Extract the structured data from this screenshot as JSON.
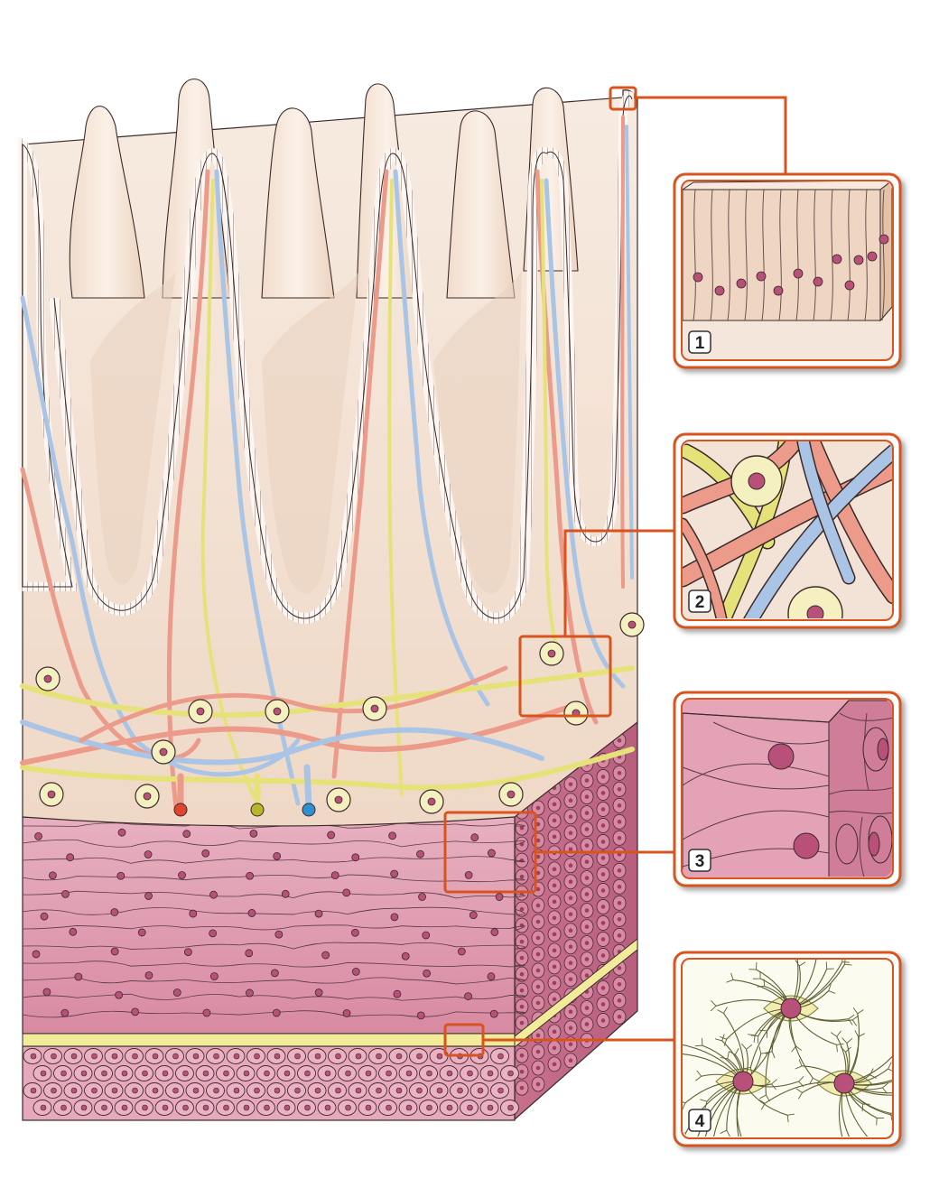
{
  "figure": {
    "insets": [
      {
        "number": "1",
        "content": "epithelium"
      },
      {
        "number": "2",
        "content": "connective-tissue"
      },
      {
        "number": "3",
        "content": "smooth-muscle"
      },
      {
        "number": "4",
        "content": "nerve-plexus"
      }
    ]
  },
  "colors": {
    "callout": "#d9531e",
    "mucosa": "#f4e2d4",
    "muscle": "#d98fa6",
    "artery": "#ec9a8a",
    "vein": "#aac4e6",
    "nerve": "#e6e27a",
    "outline": "#3a2a2a"
  }
}
